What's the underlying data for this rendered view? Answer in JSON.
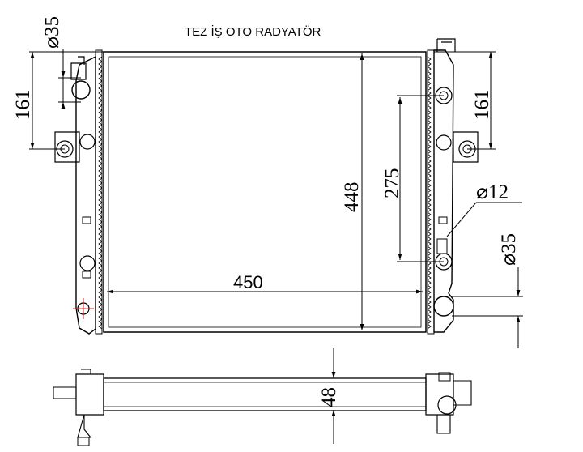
{
  "title": "TEZ İŞ OTO RADYATÖR",
  "dimensions": {
    "top_left_diameter": "⌀35",
    "left_height": "161",
    "total_height": "448",
    "width": "450",
    "mount_spacing": "275",
    "right_height": "161",
    "right_diameter_small": "⌀12",
    "right_diameter": "⌀35",
    "core_thickness": "48"
  }
}
